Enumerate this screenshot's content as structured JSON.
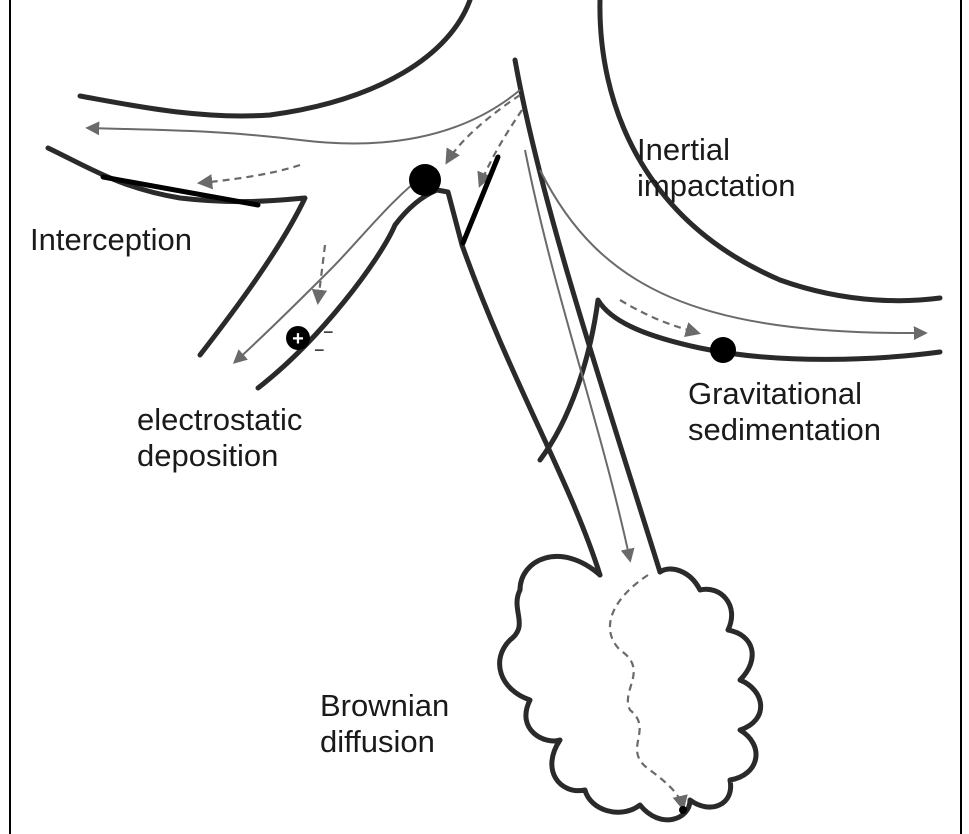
{
  "labels": {
    "interception": "Interception",
    "inertial_line1": "Inertial",
    "inertial_line2": "impactation",
    "electrostatic_line1": "electrostatic",
    "electrostatic_line2": "deposition",
    "gravitational_line1": "Gravitational",
    "gravitational_line2": "sedimentation",
    "brownian_line1": "Brownian",
    "brownian_line2": "diffusion"
  },
  "charge_symbols": {
    "plus": "+",
    "minus": "−"
  },
  "colors": {
    "tube": "#2a2a2a",
    "flow": "#6a6a6a",
    "particle": "#000000",
    "text": "#1a1a1a"
  }
}
